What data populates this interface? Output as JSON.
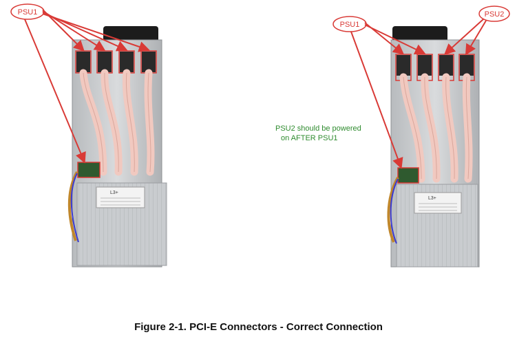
{
  "left_figure": {
    "psu_label": "PSU1",
    "device_model": "L3+"
  },
  "right_figure": {
    "psu1_label": "PSU1",
    "psu2_label": "PSU2",
    "device_model": "L3+",
    "note_line1": "PSU2 should be powered",
    "note_line2": "on AFTER PSU1"
  },
  "caption": "Figure 2-1. PCI-E Connectors - Correct Connection",
  "colors": {
    "annotation_red": "#d93a36",
    "note_green": "#2e8b2e",
    "chassis_silver": "#c8cbce",
    "fan_black": "#1c1c1c",
    "cable_pink": "#f1c9c0"
  }
}
